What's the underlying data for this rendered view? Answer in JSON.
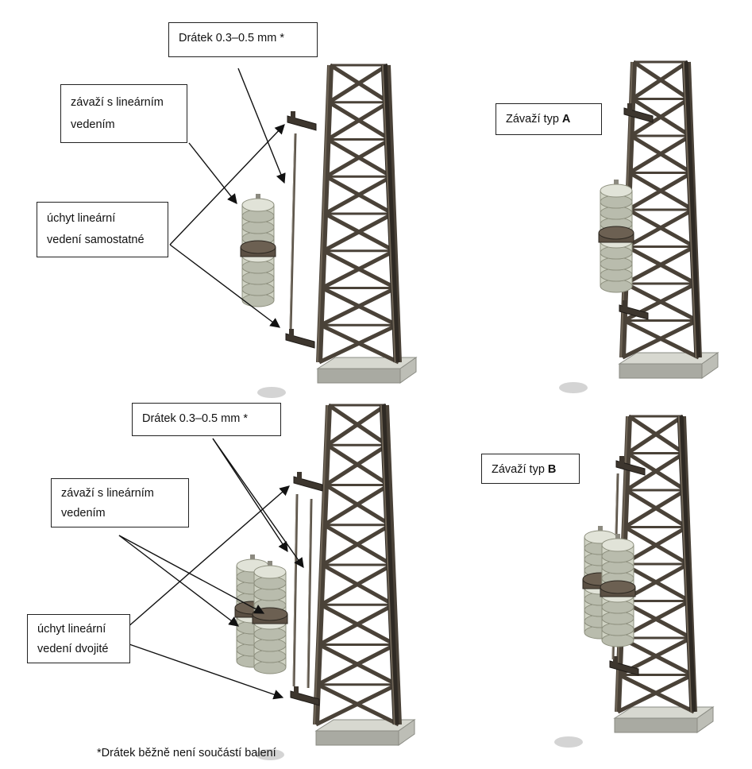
{
  "panels": {
    "top_left": {
      "wire_label": "Drátek 0.3–0.5 mm *",
      "weight_label_line1": "závaží s lineárním",
      "weight_label_line2": "vedením",
      "mount_label_line1": "úchyt lineární",
      "mount_label_line2": "vedení samostatné"
    },
    "top_right": {
      "type_label_prefix": "Závaží typ ",
      "type_label_letter": "A"
    },
    "bottom_left": {
      "wire_label": "Drátek 0.3–0.5 mm *",
      "weight_label_line1": "závaží s lineárním",
      "weight_label_line2": "vedením",
      "mount_label_line1": "úchyt lineární",
      "mount_label_line2": "vedení dvojité"
    },
    "bottom_right": {
      "type_label_prefix": "Závaží typ ",
      "type_label_letter": "B"
    }
  },
  "footnote": "*Drátek běžně není součástí balení",
  "colors": {
    "steel": "#4a4238",
    "steel_dark": "#2f2a24",
    "concrete": "#d7d8d0",
    "concrete_dark": "#a9aaa2",
    "weight": "#cfd2c3",
    "weight_dark": "#8e907f",
    "band": "#5a4f43"
  }
}
